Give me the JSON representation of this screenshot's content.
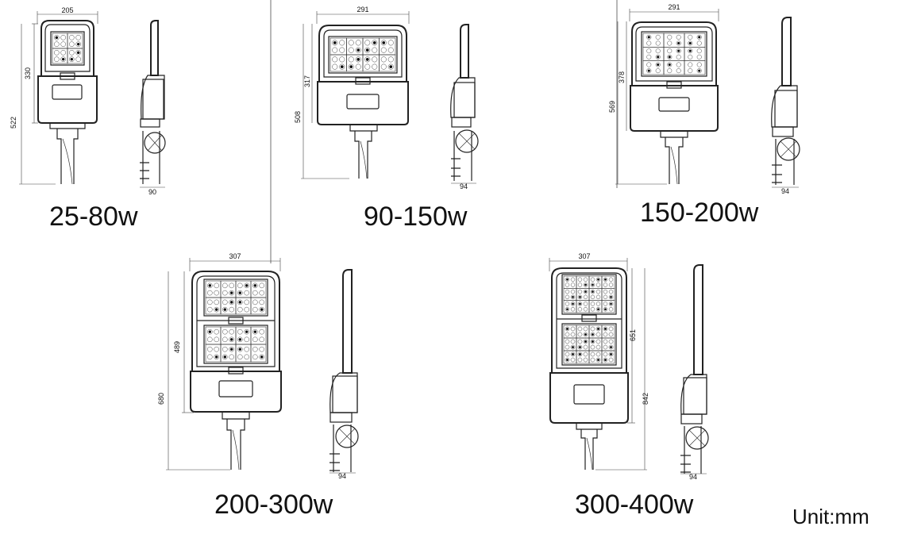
{
  "variants": [
    {
      "power": "25-80w",
      "width": "205",
      "module_height": "330",
      "total_height": "522",
      "side_depth": "90"
    },
    {
      "power": "90-150w",
      "width": "291",
      "module_height": "317",
      "total_height": "508",
      "side_depth": "94"
    },
    {
      "power": "150-200w",
      "width": "291",
      "module_height": "378",
      "total_height": "569",
      "side_depth": "94"
    },
    {
      "power": "200-300w",
      "width": "307",
      "module_height": "489",
      "total_height": "680",
      "side_depth": "94"
    },
    {
      "power": "300-400w",
      "width": "307",
      "module_height": "651",
      "total_height": "842",
      "side_depth": "94"
    }
  ],
  "unit": "Unit:mm"
}
